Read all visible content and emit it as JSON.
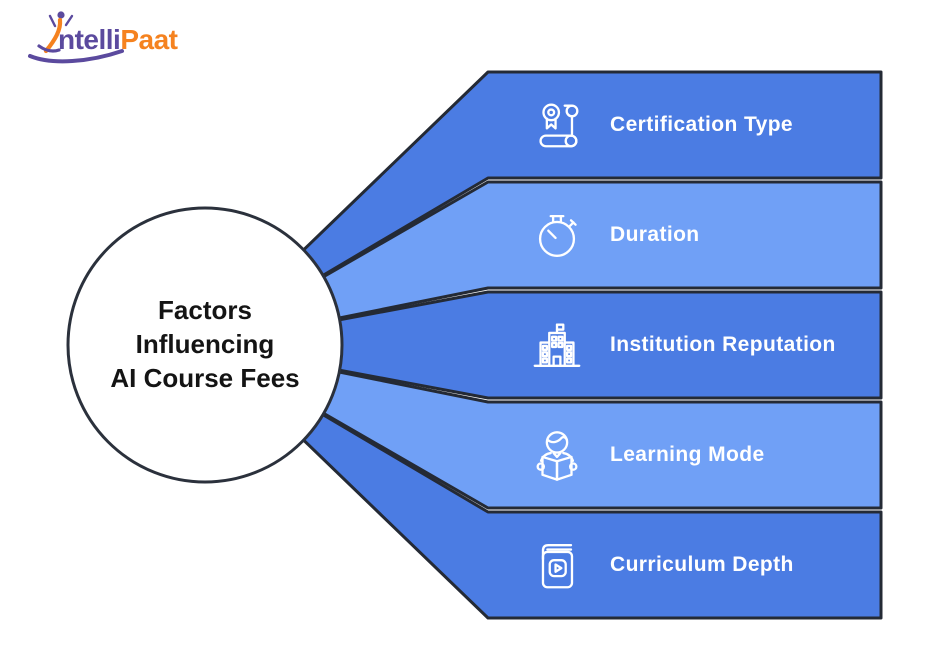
{
  "logo": {
    "brand_prefix": "ntelli",
    "brand_suffix": "Paat"
  },
  "hub": {
    "line1": "Factors",
    "line2": "Influencing",
    "line3": "AI Course Fees"
  },
  "items": [
    {
      "label": "Certification Type",
      "icon": "certificate-scroll-icon",
      "tone": "dark"
    },
    {
      "label": "Duration",
      "icon": "stopwatch-icon",
      "tone": "light"
    },
    {
      "label": "Institution Reputation",
      "icon": "institution-building-icon",
      "tone": "dark"
    },
    {
      "label": "Learning Mode",
      "icon": "reading-person-icon",
      "tone": "light"
    },
    {
      "label": "Curriculum Depth",
      "icon": "video-book-icon",
      "tone": "dark"
    }
  ],
  "colors": {
    "band_dark": "#4b7ce3",
    "band_light": "#70a0f6",
    "outline": "#242a35",
    "label_text": "#ffffff",
    "hub_fill": "#ffffff",
    "hub_text": "#141414",
    "logo_purple": "#5b4a9e",
    "logo_orange": "#f5821f"
  }
}
